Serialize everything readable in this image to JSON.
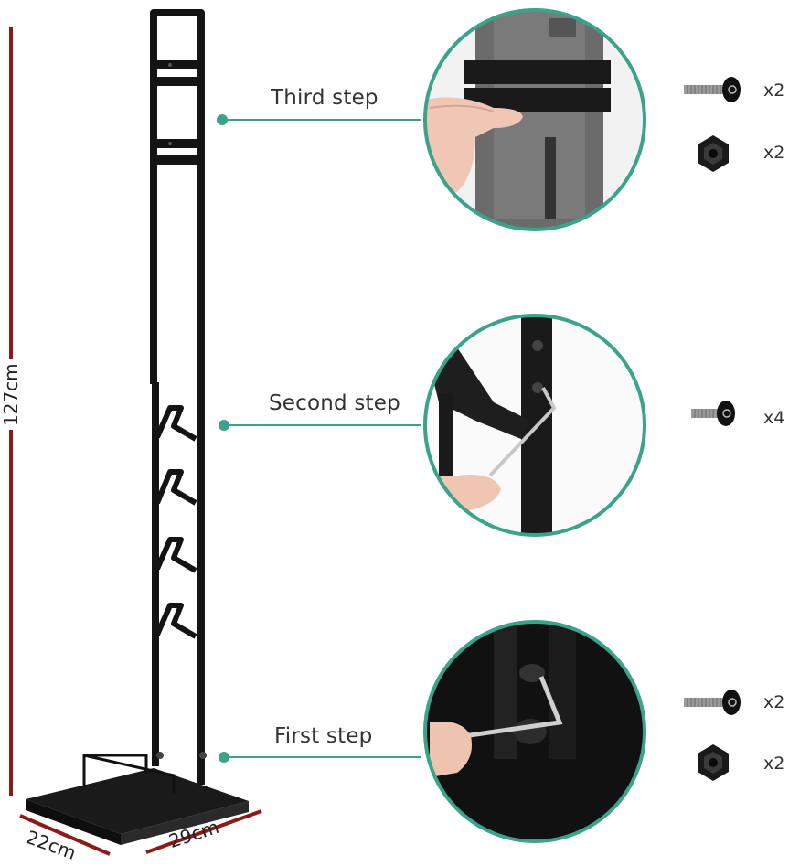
{
  "steps": [
    {
      "label": "Third step",
      "parts": [
        {
          "item": "screw-icon",
          "qty": "x2"
        },
        {
          "item": "nut-icon",
          "qty": "x2"
        }
      ]
    },
    {
      "label": "Second step",
      "parts": [
        {
          "item": "screw-icon",
          "qty": "x4"
        }
      ]
    },
    {
      "label": "First step",
      "parts": [
        {
          "item": "screw-icon",
          "qty": "x2"
        },
        {
          "item": "nut-icon",
          "qty": "x2"
        }
      ]
    }
  ],
  "dimensions": {
    "height": "127cm",
    "depth": "22cm",
    "width": "29cm"
  },
  "colors": {
    "accent": "#3aa38a",
    "dimension_line": "#8b1a1a",
    "frame": "#141414"
  }
}
